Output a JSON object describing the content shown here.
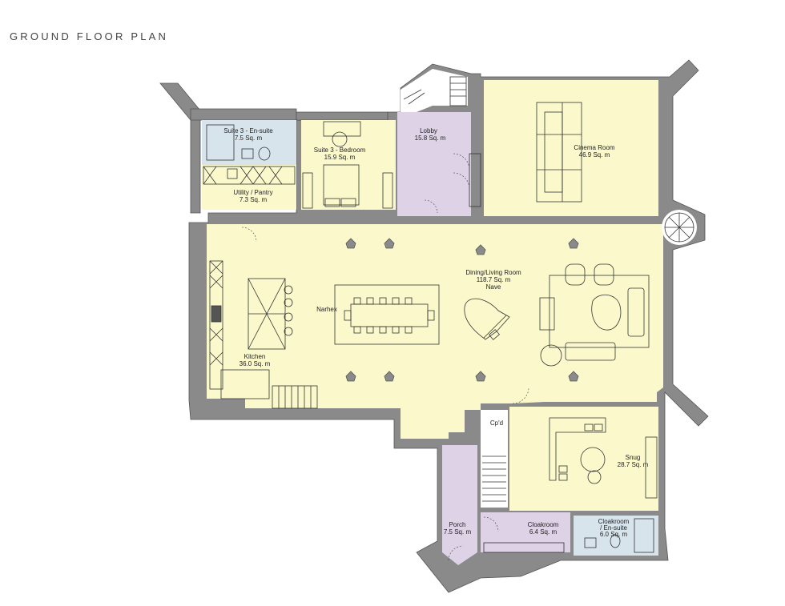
{
  "title": "GROUND FLOOR PLAN",
  "colors": {
    "wall": "#8a8a8a",
    "living_fill": "#fbf9cc",
    "circulation_fill": "#ddd2e6",
    "wet_fill": "#d8e4ec",
    "text": "#222222"
  },
  "rooms": [
    {
      "id": "suite3-ensuite",
      "name": "Suite 3 - En-suite",
      "area": "7.5 Sq. m"
    },
    {
      "id": "suite3-bedroom",
      "name": "Suite 3 - Bedroom",
      "area": "15.9 Sq. m"
    },
    {
      "id": "utility-pantry",
      "name": "Utility / Pantry",
      "area": "7.3 Sq. m"
    },
    {
      "id": "lobby",
      "name": "Lobby",
      "area": "15.8 Sq. m"
    },
    {
      "id": "cinema-room",
      "name": "Cinema Room",
      "area": "46.9 Sq. m"
    },
    {
      "id": "dining-living",
      "name": "Dining/Living Room",
      "area": "118.7 Sq. m",
      "sub": "Nave"
    },
    {
      "id": "narthex",
      "name": "Narhex"
    },
    {
      "id": "kitchen",
      "name": "Kitchen",
      "area": "36.0 Sq. m"
    },
    {
      "id": "cpd",
      "name": "Cp'd"
    },
    {
      "id": "snug",
      "name": "Snug",
      "area": "28.7 Sq. m"
    },
    {
      "id": "porch",
      "name": "Porch",
      "area": "7.5 Sq. m"
    },
    {
      "id": "cloakroom",
      "name": "Cloakroom",
      "area": "6.4 Sq. m"
    },
    {
      "id": "cloakroom-ensuite",
      "name": "Cloakroom",
      "name2": "/ En-suite",
      "area": "6.0 Sq. m"
    }
  ]
}
